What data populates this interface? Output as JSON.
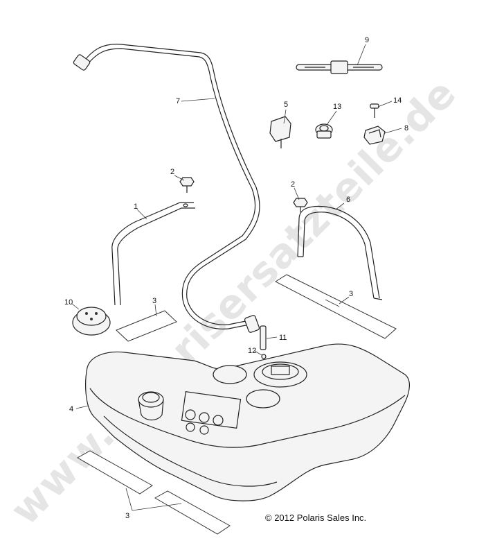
{
  "watermark": "www.polarisersatzteile.de",
  "copyright": "© 2012 Polaris Sales Inc.",
  "callouts": {
    "c1": "1",
    "c2a": "2",
    "c2b": "2",
    "c3a": "3",
    "c3b": "3",
    "c3c": "3",
    "c4": "4",
    "c5": "5",
    "c6": "6",
    "c7": "7",
    "c8": "8",
    "c9": "9",
    "c10": "10",
    "c11": "11",
    "c12": "12",
    "c13": "13",
    "c14": "14"
  }
}
